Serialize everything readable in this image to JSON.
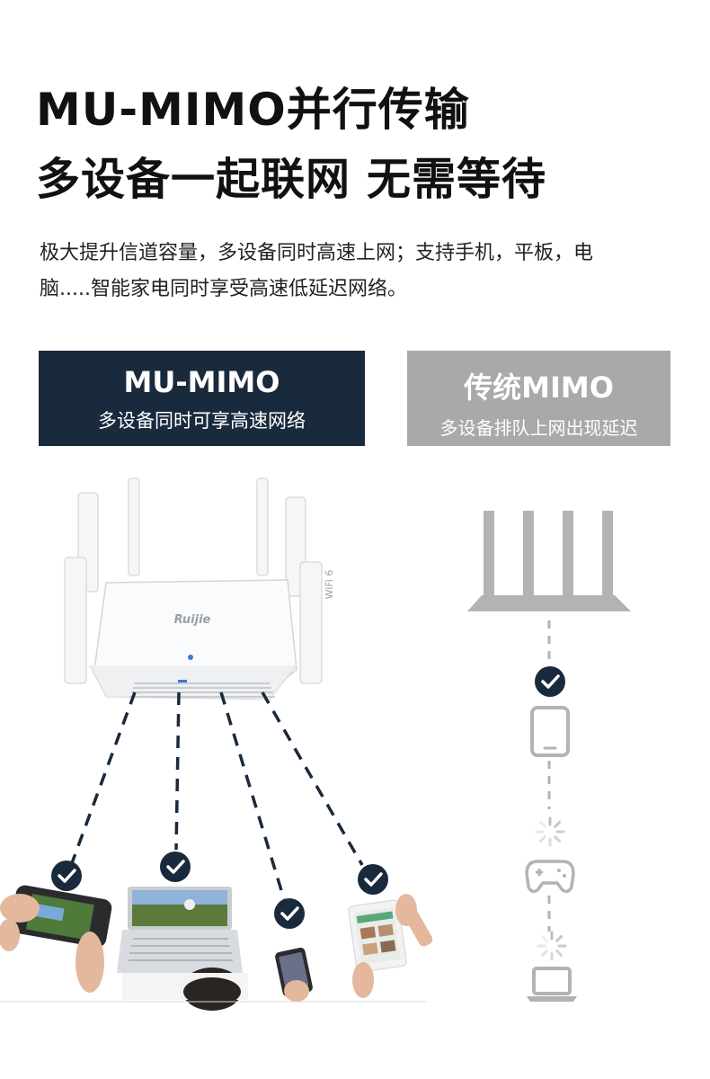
{
  "headline": {
    "line1": "MU-MIMO并行传输",
    "line2": "多设备一起联网 无需等待"
  },
  "description": {
    "line1": "极大提升信道容量，多设备同时高速上网；支持手机，平板，电",
    "line2": "脑.....智能家电同时享受高速低延迟网络。"
  },
  "mu_mimo_box": {
    "title": "MU-MIMO",
    "subtitle": "多设备同时可享高速网络"
  },
  "traditional_box": {
    "title": "传统MIMO",
    "subtitle": "多设备排队上网出现延迟"
  },
  "router": {
    "brand": "Ruijie",
    "badge": "WiFi 6"
  },
  "colors": {
    "dark_navy": "#1a2a3d",
    "gray": "#a9a9a9",
    "light_gray_icon": "#b3b3b3"
  },
  "icons": {
    "check": "check-circle-icon",
    "loading": "loading-spinner-icon",
    "tablet": "tablet-icon",
    "gamepad": "gamepad-icon",
    "laptop": "laptop-icon",
    "router": "router-icon"
  }
}
